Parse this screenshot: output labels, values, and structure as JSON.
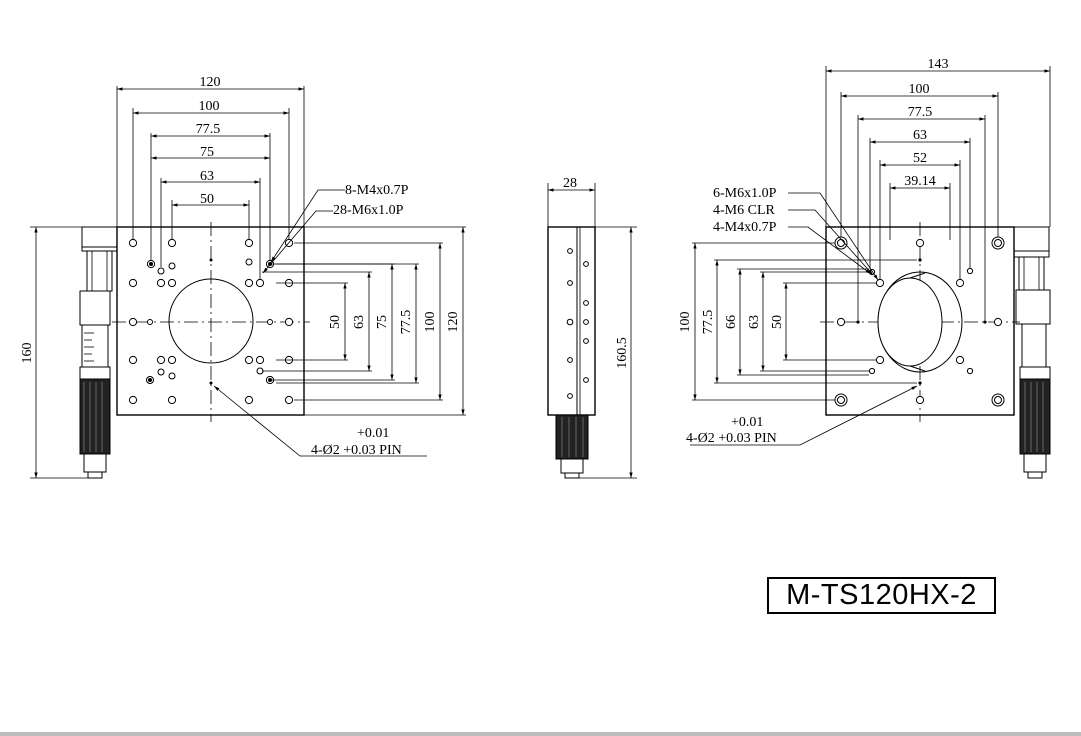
{
  "model_label": "M-TS120HX-2",
  "front_view": {
    "top_dims": [
      "120",
      "100",
      "77.5",
      "75",
      "63",
      "50"
    ],
    "side_dims": [
      "50",
      "63",
      "75",
      "77.5",
      "100",
      "120"
    ],
    "height_dim": "160",
    "callouts": [
      "8-M4x0.7P",
      "28-M6x1.0P"
    ],
    "pin_note": {
      "tol": "+0.01",
      "text": "4-Ø2 +0.03 PIN"
    }
  },
  "side_view": {
    "width_dim": "28",
    "height_dim": "160.5"
  },
  "rear_view": {
    "top_dims": [
      "143",
      "100",
      "77.5",
      "63",
      "52",
      "39.14"
    ],
    "side_dims": [
      "100",
      "77.5",
      "66",
      "63",
      "50"
    ],
    "callouts": [
      "6-M6x1.0P",
      "4-M6 CLR",
      "4-M4x0.7P"
    ],
    "pin_note": {
      "tol": "+0.01",
      "text": "4-Ø2 +0.03 PIN"
    }
  },
  "colors": {
    "line": "#000000",
    "background": "#ffffff",
    "footer": "#bdbdbd"
  }
}
